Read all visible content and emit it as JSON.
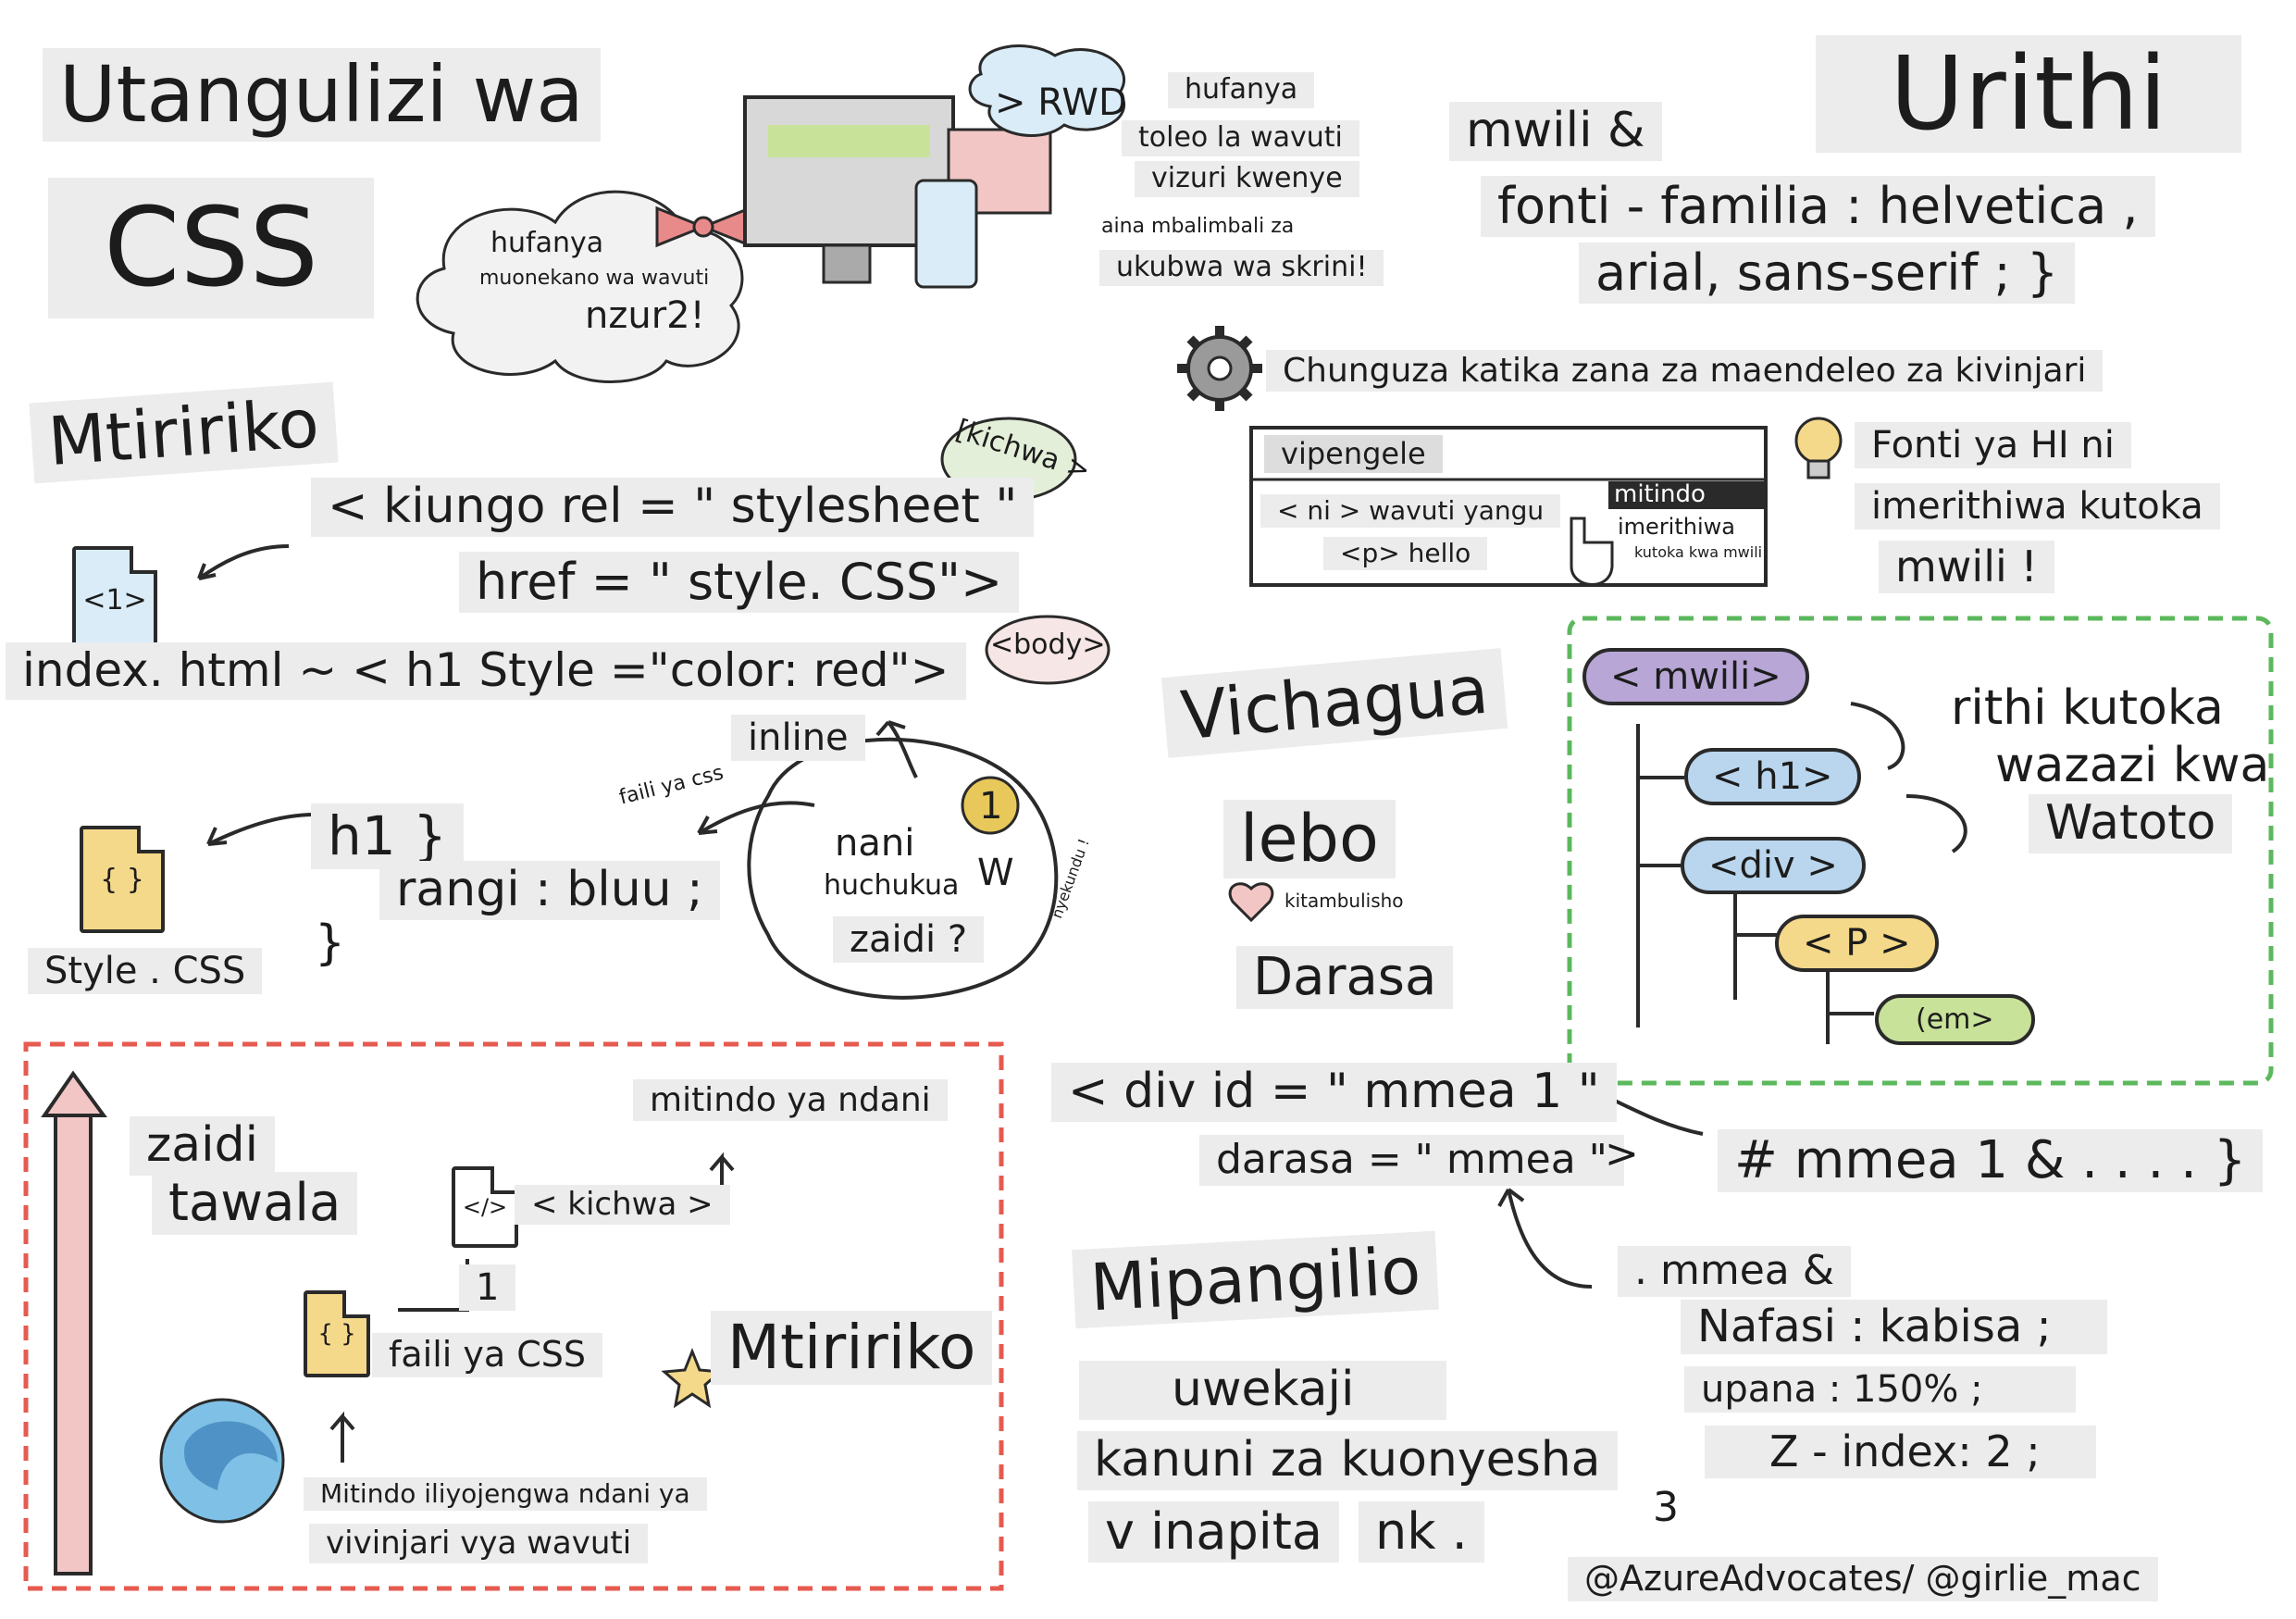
{
  "title": {
    "line1": "Utangulizi wa",
    "line2": "CSS"
  },
  "cloud": {
    "l1": "hufanya",
    "l2": "muonekano wa wavuti",
    "l3": "nzur2!"
  },
  "rwd": {
    "bubble": "> RWD",
    "l1": "hufanya",
    "l2": "toleo la wavuti",
    "l3": "vizuri kwenye",
    "l4": "aina mbalimbali za",
    "l5": "ukubwa wa skrini!"
  },
  "inherit": {
    "heading": "Urithi",
    "code1": "mwili &",
    "code2": "fonti - familia : helvetica ,",
    "code3": "arial, sans-serif ; }",
    "devtools": "Chunguza katika zana za maendeleo za kivinjari",
    "panel": {
      "tab": "vipengele",
      "row1": "< ni > wavuti yangu",
      "row2": "<p> hello",
      "side1": "mitindo",
      "side2": "imerithiwa",
      "side3": "kutoka kwa mwili"
    },
    "note1": "Fonti ya HI ni",
    "note2": "imerithiwa kutoka",
    "note3": "mwili !",
    "tree": {
      "body": "< mwili>",
      "h1": "< h1>",
      "div": "<div >",
      "p": "< P >",
      "em": "(em>"
    },
    "side1": "rithi kutoka",
    "side2": "wazazi kwa",
    "side3": "Watoto"
  },
  "cascade": {
    "heading": "Mtiririko",
    "bubble": "[kichwa >",
    "link1": "< kiungo rel = \" stylesheet \"",
    "link2": "href = \" style. CSS\">",
    "doc1": "<1>",
    "inline_code": "index. html ~ < h1 Style =\"color: red\">",
    "body_bubble": "<body>",
    "inline": "inline",
    "file_label": "faili ya css",
    "circle1": "nani",
    "circle2": "huchukua",
    "circle3": "zaidi ?",
    "badge": "1",
    "badge_w": "W",
    "ribbon": "nyekundu !",
    "rule1": "h1 }",
    "rule2": "rangi : bluu ;",
    "rule3": "}",
    "doc2": "{ }",
    "doc2_label": "Style . CSS"
  },
  "priority": {
    "more1": "zaidi",
    "more2": "tawala",
    "head_doc": "</>",
    "head_label": "< kichwa >",
    "inner": "mitindo ya ndani",
    "one": "1",
    "css_doc": "{ }",
    "css_label": "faili ya CSS",
    "star_label": "Mtiririko",
    "browser1": "Mitindo iliyojengwa ndani ya",
    "browser2": "vivinjari vya wavuti"
  },
  "selectors": {
    "heading": "Vichagua",
    "tag": "lebo",
    "id": "kitambulisho",
    "class": "Darasa",
    "div1": "< div id = \" mmea 1 \"",
    "div2": "darasa = \" mmea \"",
    "div_close": ">",
    "rule": "# mmea 1 & . . . . }"
  },
  "layout": {
    "heading": "Mipangilio",
    "l1": "uwekaji",
    "l2": "kanuni za kuonyesha",
    "l3": "v inapita",
    "l4": "nk .",
    "rule1": ". mmea &",
    "rule2": "Nafasi : kabisa ;",
    "rule3": "upana : 150% ;",
    "rule4": "Z - index: 2 ;",
    "rule5": "3"
  },
  "credit": "@AzureAdvocates/ @girlie_mac",
  "colors": {
    "red": "#e65a4f",
    "green": "#5cb85c",
    "purple": "#b7a6d6",
    "blue": "#b9d6ee",
    "yellow": "#f5d98a",
    "pink": "#f3c6c6",
    "lime": "#c9e29a",
    "gray": "#ececec"
  }
}
